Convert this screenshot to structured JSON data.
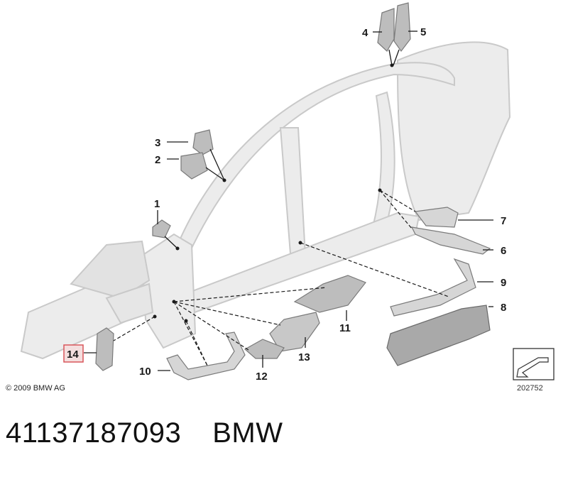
{
  "callouts": {
    "c1": "1",
    "c2": "2",
    "c3": "3",
    "c4": "4",
    "c5": "5",
    "c6": "6",
    "c7": "7",
    "c8": "8",
    "c9": "9",
    "c10": "10",
    "c11": "11",
    "c12": "12",
    "c13": "13",
    "c14": "14"
  },
  "copyright": "© 2009 BMW AG",
  "reference_number": "202752",
  "part_number": "41137187093",
  "brand": "BMW",
  "colors": {
    "body_fill": "#ececec",
    "body_stroke": "#c9c9c9",
    "part_fill": "#bdbdbd",
    "part_stroke": "#7a7a7a",
    "highlight": "#d9565b",
    "highlight_fill": "#f4dede"
  }
}
